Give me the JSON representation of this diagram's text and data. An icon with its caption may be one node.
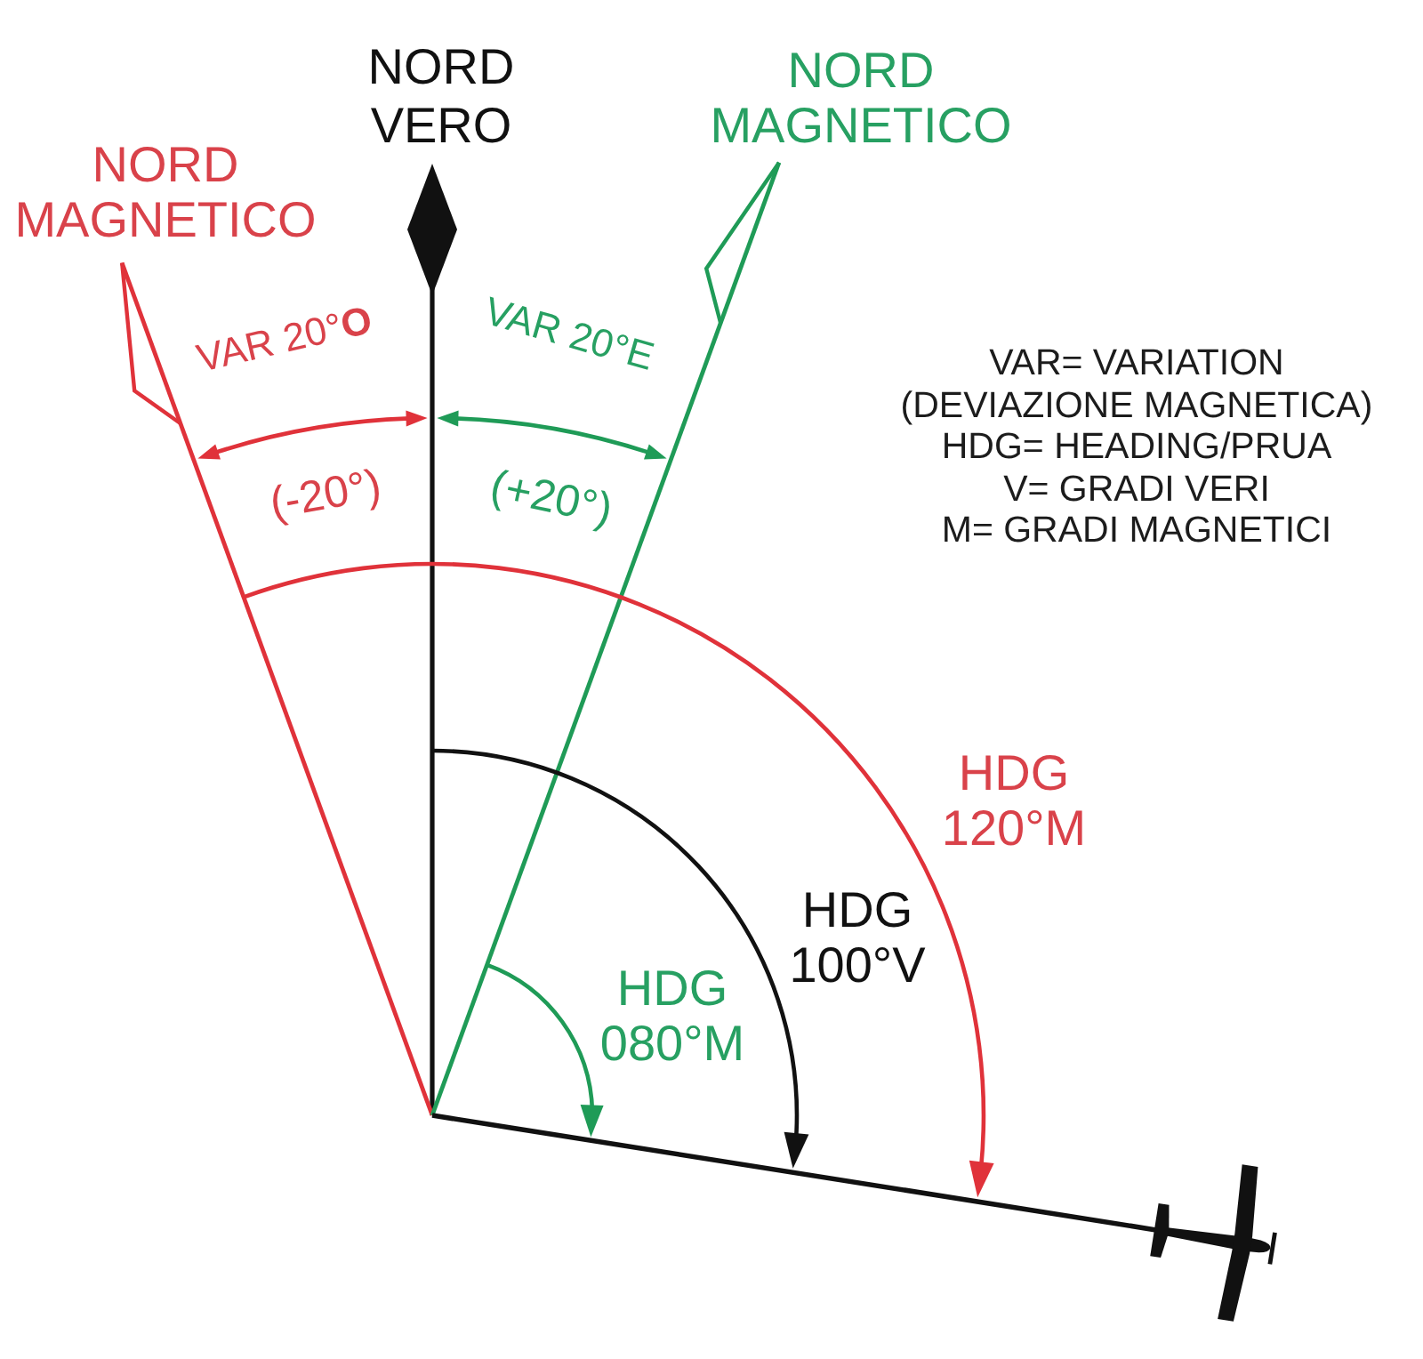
{
  "diagram": {
    "labels": [
      "NORD VERO",
      "NORD MAGNETICO",
      "NORD MAGNETICO",
      "VAR 20°**O**",
      "VAR 20°E",
      "VAR= VARIATION (DEVIAZIONE MAGNETICA)",
      "HDG= HEADING/PRUA",
      "V= GRADI VERI",
      "M= GRADI MAGNETICI",
      "(-20°)",
      "(+20°)",
      "HDG 120°M",
      "HDG 100°V",
      "HDG 080°M"
    ]
  }
}
